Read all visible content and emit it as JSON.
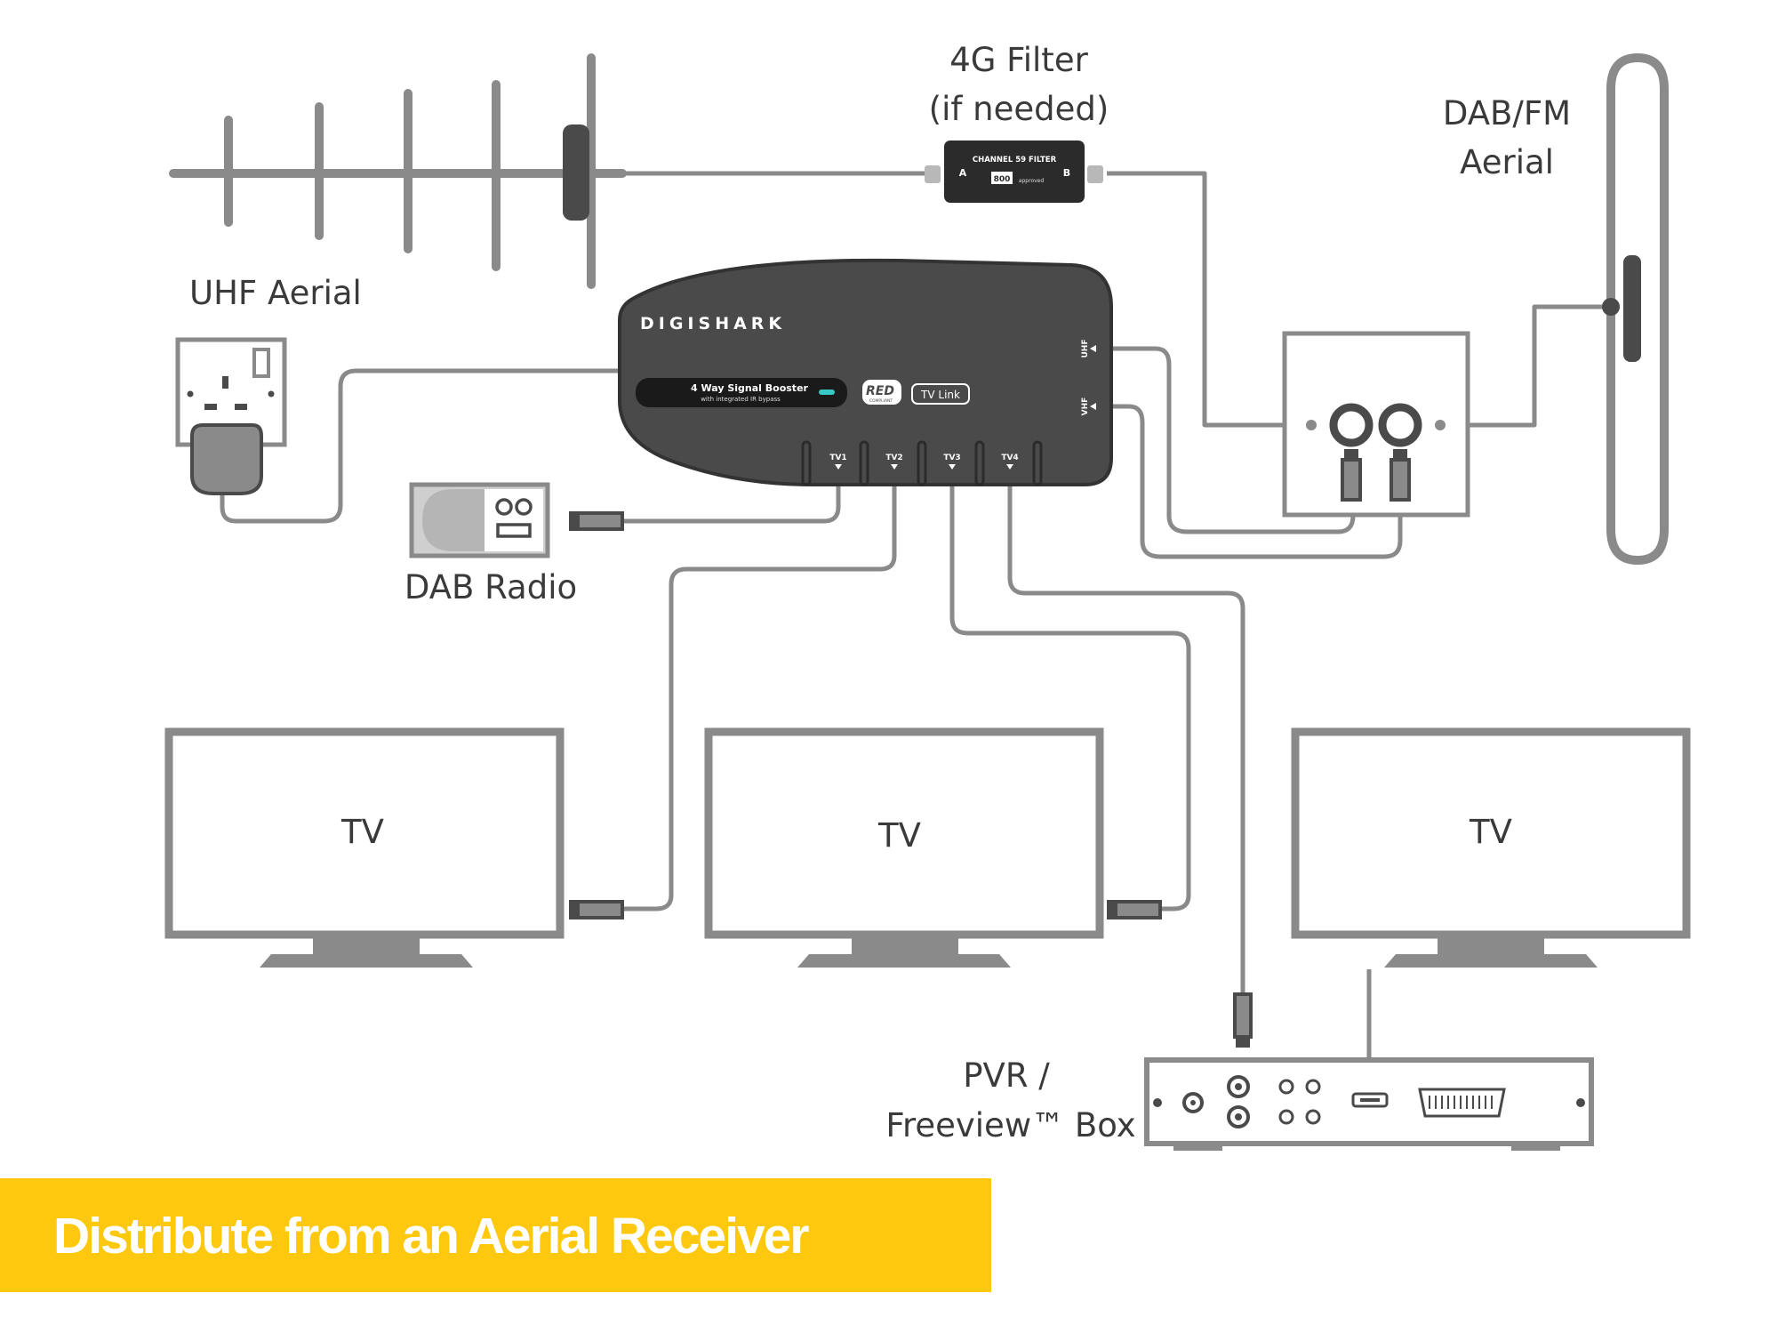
{
  "labels": {
    "filter_line1": "4G Filter",
    "filter_line2": "(if needed)",
    "dab_line1": "DAB/FM",
    "dab_line2": "Aerial",
    "uhf": "UHF Aerial",
    "dab_radio": "DAB Radio",
    "pvr_line1": "PVR /",
    "pvr_line2": "Freeview™ Box"
  },
  "tvs": [
    {
      "label": "TV"
    },
    {
      "label": "TV"
    },
    {
      "label": "TV"
    }
  ],
  "filter_device": {
    "title": "CHANNEL 59 FILTER",
    "port_a": "A",
    "port_b": "B",
    "badge": "800",
    "badge_sub": "approved"
  },
  "booster": {
    "brand": "DIGISHARK",
    "product": "4 Way Signal Booster",
    "product_sub": "with integrated IR bypass",
    "red_badge": "RED",
    "red_sub": "COMPLIANT",
    "tvlink_badge": "TV Link",
    "uhf_port": "UHF",
    "vhf_port": "VHF",
    "outputs": [
      "TV1",
      "TV2",
      "TV3",
      "TV4"
    ]
  },
  "banner": {
    "title": "Distribute from an Aerial Receiver"
  },
  "colors": {
    "line": "#8a8a8a",
    "device_dark": "#4a4a4a",
    "banner_bg": "#FDC80D",
    "banner_text": "#ffffff"
  }
}
